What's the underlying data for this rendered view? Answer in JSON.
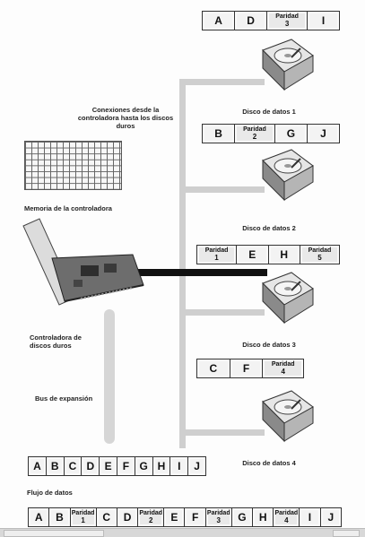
{
  "labels": {
    "connections": "Conexiones desde la controladora hasta los discos duros",
    "memory": "Memoria de la controladora",
    "controller": "Controladora de discos duros",
    "bus": "Bus de expansión",
    "flow": "Flujo de datos"
  },
  "disks": [
    {
      "name": "Disco de datos 1",
      "strip": [
        {
          "t": "A"
        },
        {
          "t": "D"
        },
        {
          "p": "Paridad",
          "n": "3"
        },
        {
          "t": "I"
        }
      ]
    },
    {
      "name": "Disco de datos 2",
      "strip": [
        {
          "t": "B"
        },
        {
          "p": "Paridad",
          "n": "2"
        },
        {
          "t": "G"
        },
        {
          "t": "J"
        }
      ]
    },
    {
      "name": "Disco de datos 3",
      "strip": [
        {
          "p": "Paridad",
          "n": "1"
        },
        {
          "t": "E"
        },
        {
          "t": "H"
        },
        {
          "p": "Paridad",
          "n": "5"
        }
      ]
    },
    {
      "name": "Disco de datos 4",
      "strip": [
        {
          "t": "C"
        },
        {
          "t": "F"
        },
        {
          "p": "Paridad",
          "n": "4"
        }
      ]
    }
  ],
  "input_strip": [
    "A",
    "B",
    "C",
    "D",
    "E",
    "F",
    "G",
    "H",
    "I",
    "J"
  ],
  "flow_strip": [
    {
      "t": "A"
    },
    {
      "t": "B"
    },
    {
      "p": "Paridad",
      "n": "1"
    },
    {
      "t": "C"
    },
    {
      "t": "D"
    },
    {
      "p": "Paridad",
      "n": "2"
    },
    {
      "t": "E"
    },
    {
      "t": "F"
    },
    {
      "p": "Paridad",
      "n": "3"
    },
    {
      "t": "G"
    },
    {
      "t": "H"
    },
    {
      "p": "Paridad",
      "n": "4"
    },
    {
      "t": "I"
    },
    {
      "t": "J"
    }
  ],
  "colors": {
    "line": "#c8c8c8",
    "cable": "#111111",
    "cell": "#f3f3f3",
    "parity": "#e9e9e9"
  }
}
